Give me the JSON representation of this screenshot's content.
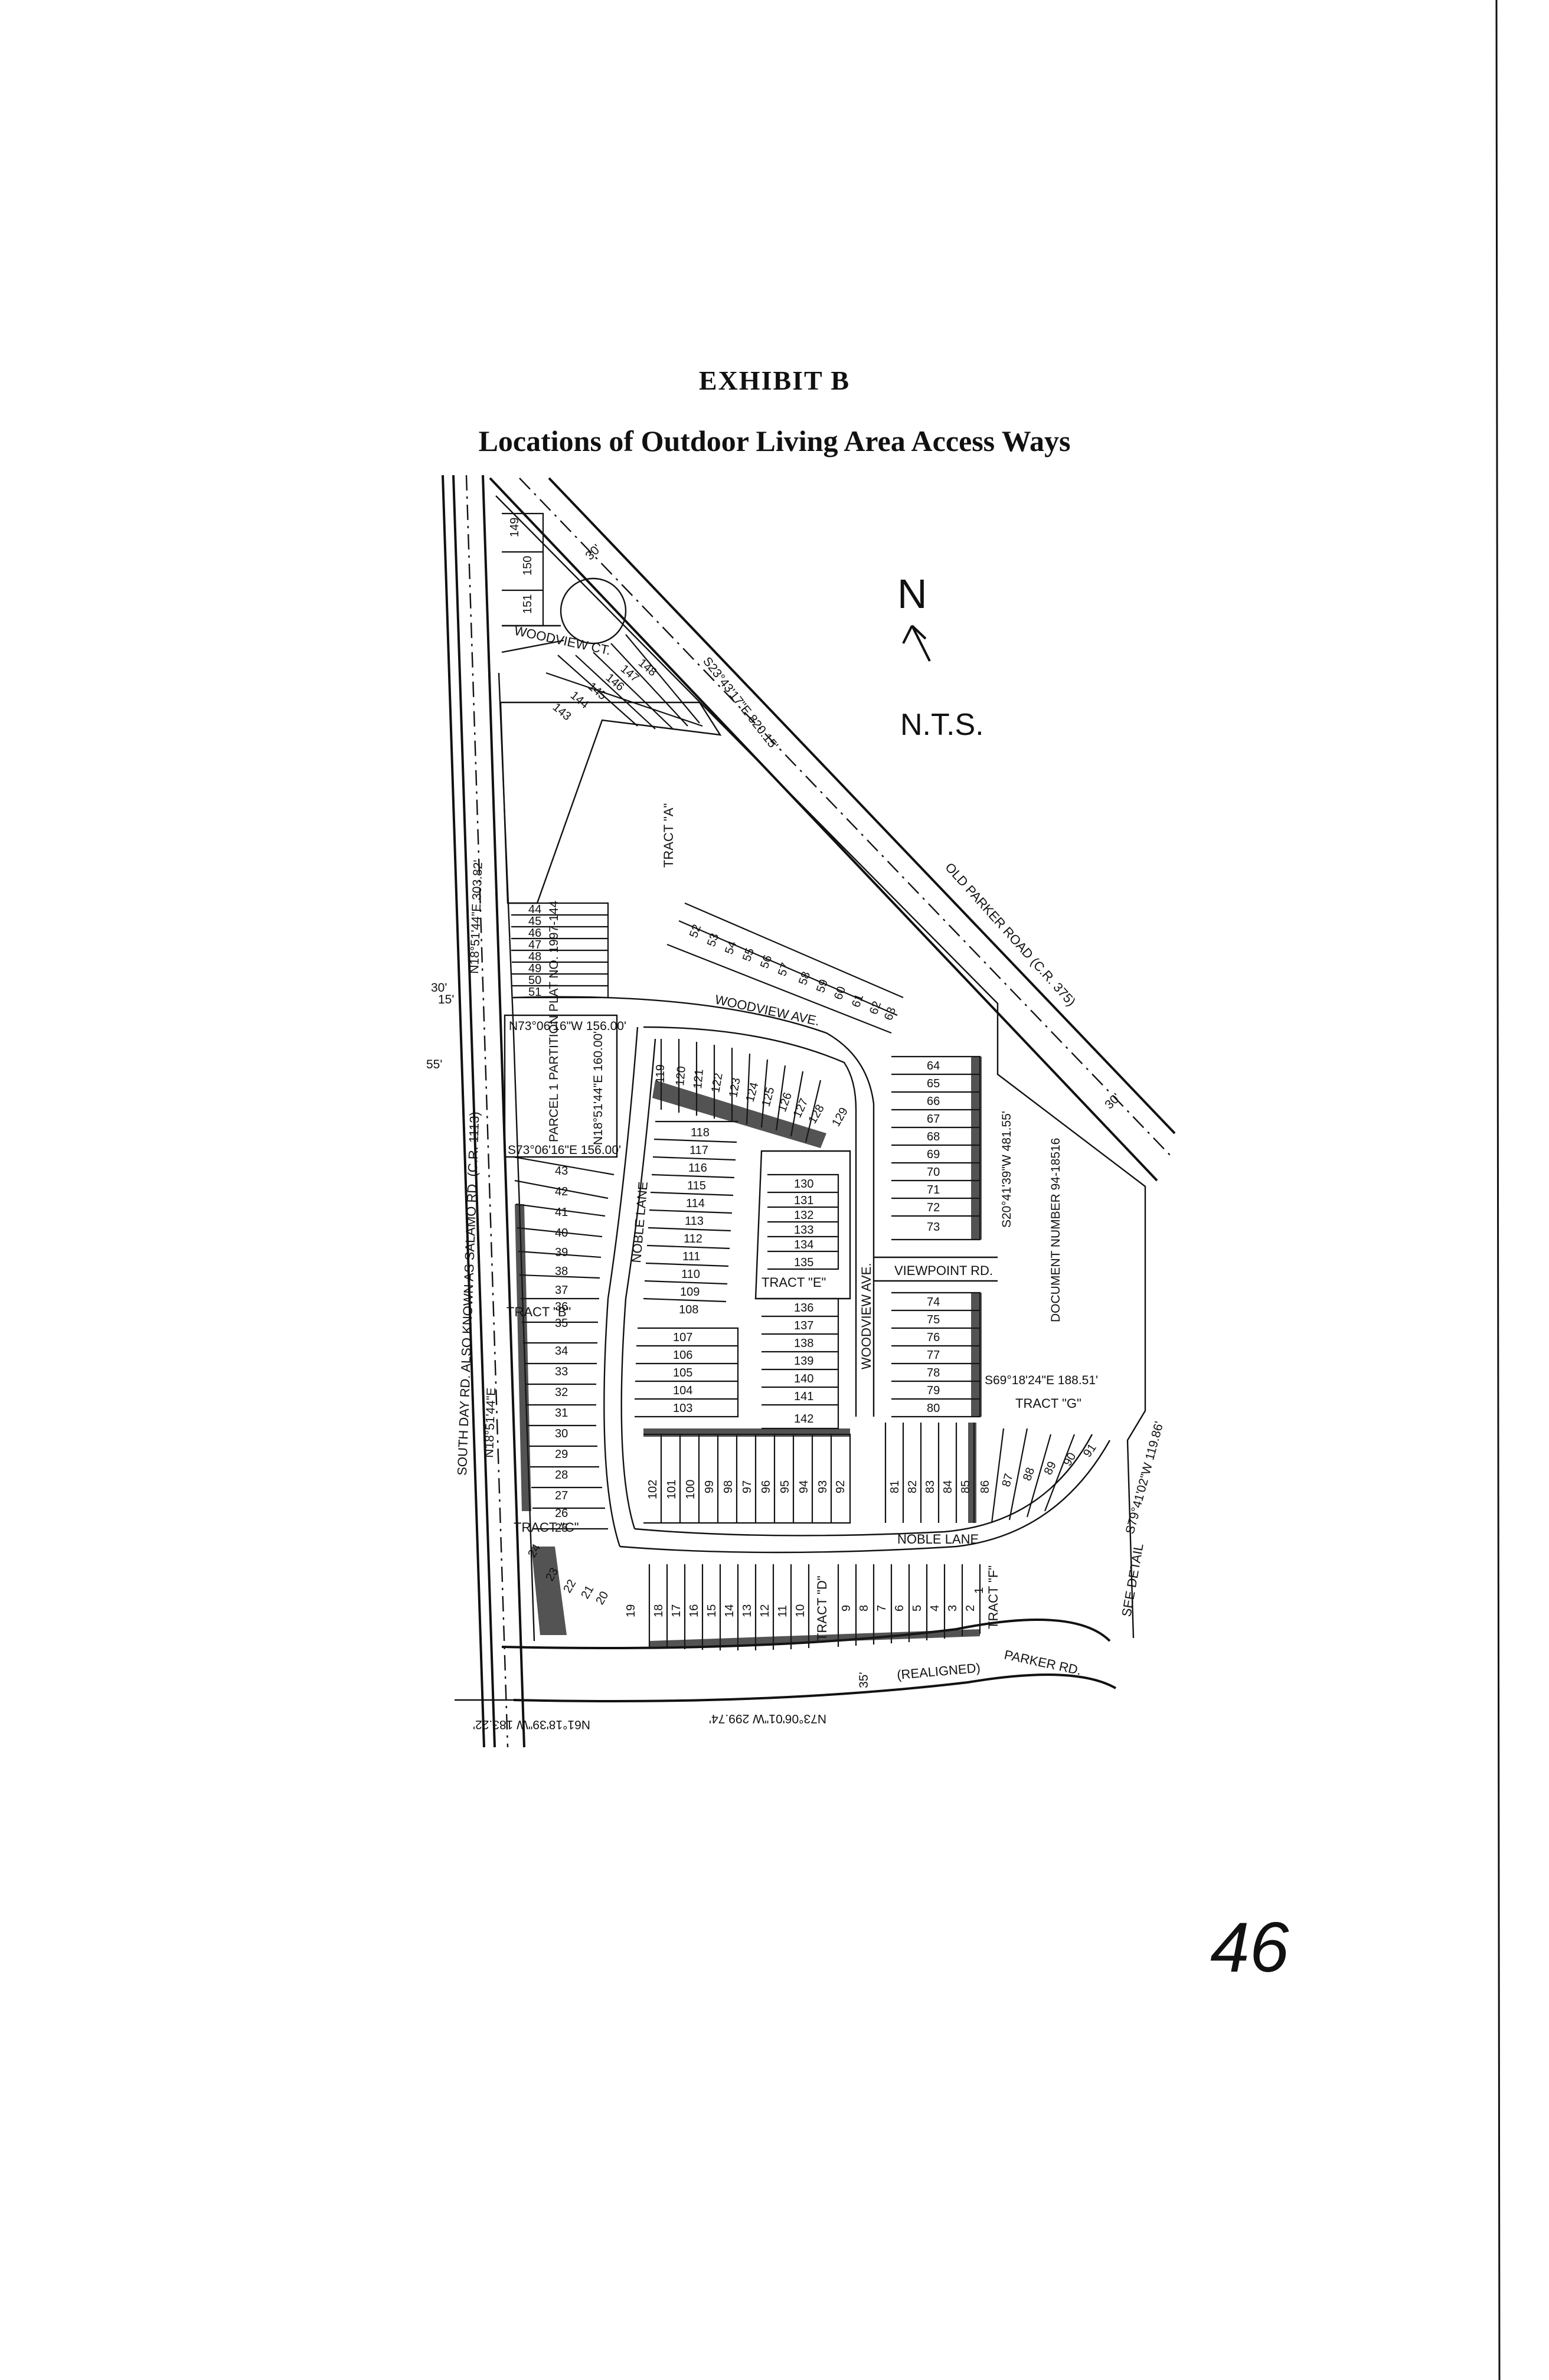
{
  "header": {
    "title": "EXHIBIT B",
    "subtitle": "Locations of Outdoor Living Area Access Ways"
  },
  "north": {
    "arrow_label": "N",
    "scale_note": "N.T.S."
  },
  "handwritten_page_number": "46",
  "roads": {
    "south_day": "SOUTH DAY RD. ALSO KNOWN AS SALAMO RD. (C.R. 1113)",
    "old_parker": "OLD PARKER ROAD (C.R. 375)",
    "woodview_ave_north": "WOODVIEW AVE.",
    "woodview_ave_south": "WOODVIEW AVE.",
    "woodview_ct": "WOODVIEW CT.",
    "noble_lane_west": "NOBLE LANE",
    "noble_lane_south": "NOBLE LANE",
    "viewpoint_rd": "VIEWPOINT RD.",
    "parker_rd": "PARKER RD.",
    "realigned": "(REALIGNED)"
  },
  "tracts": {
    "a": "TRACT \"A\"",
    "b": "TRACT \"B\"",
    "c": "TRACT \"C\"",
    "d": "TRACT \"D\"",
    "e": "TRACT \"E\"",
    "f": "TRACT \"F\"",
    "g": "TRACT \"G\""
  },
  "parcel": {
    "label": "PARCEL 1 PARTITION PLAT NO. 1997-144",
    "north_line": "N73°06'16\"W 156.00'",
    "south_line": "S73°06'16\"E 156.00'",
    "east_line": "N18°51'44\"E 160.00'"
  },
  "bearings": {
    "west_top": "N18°51'44\"E 303.82'",
    "west_bottom": "N18°51'44\"E",
    "old_parker": "S23°43'17\"E 820.15'",
    "east_line": "S20°41'39\"W 481.55'",
    "tract_g": "S69°18'24\"E 188.51'",
    "se_corner": "S79°41'02\"W 119.86'",
    "south_west": "N61°18'39\"W 183.22'",
    "south_middle": "N73°06'01\"W 299.74'"
  },
  "dims": {
    "d30": "30'",
    "d15": "15'",
    "d55": "55'",
    "d35": "35'",
    "d30b": "30'",
    "d30c": "30'"
  },
  "document_number": "DOCUMENT NUMBER 94-18516",
  "see_detail": "SEE DETAIL",
  "lots": {
    "l149": "149",
    "l150": "150",
    "l151": "151",
    "l143": "143",
    "l144": "144",
    "l145": "145",
    "l146": "146",
    "l147": "147",
    "l148": "148",
    "l44": "44",
    "l45": "45",
    "l46": "46",
    "l47": "47",
    "l48": "48",
    "l49": "49",
    "l50": "50",
    "l51": "51",
    "l52": "52",
    "l53": "53",
    "l54": "54",
    "l55": "55",
    "l56": "56",
    "l57": "57",
    "l58": "58",
    "l59": "59",
    "l60": "60",
    "l61": "61",
    "l62": "62",
    "l63": "63",
    "l119": "119",
    "l120": "120",
    "l121": "121",
    "l122": "122",
    "l123": "123",
    "l124": "124",
    "l125": "125",
    "l126": "126",
    "l127": "127",
    "l128": "128",
    "l129": "129",
    "l118": "118",
    "l117": "117",
    "l116": "116",
    "l115": "115",
    "l114": "114",
    "l113": "113",
    "l112": "112",
    "l111": "111",
    "l110": "110",
    "l109": "109",
    "l108": "108",
    "l130": "130",
    "l131": "131",
    "l132": "132",
    "l133": "133",
    "l134": "134",
    "l135": "135",
    "l136": "136",
    "l137": "137",
    "l138": "138",
    "l139": "139",
    "l140": "140",
    "l141": "141",
    "l142": "142",
    "l107": "107",
    "l106": "106",
    "l105": "105",
    "l104": "104",
    "l103": "103",
    "l64": "64",
    "l65": "65",
    "l66": "66",
    "l67": "67",
    "l68": "68",
    "l69": "69",
    "l70": "70",
    "l71": "71",
    "l72": "72",
    "l73": "73",
    "l74": "74",
    "l75": "75",
    "l76": "76",
    "l77": "77",
    "l78": "78",
    "l79": "79",
    "l80": "80",
    "l43": "43",
    "l42": "42",
    "l41": "41",
    "l40": "40",
    "l39": "39",
    "l38": "38",
    "l37": "37",
    "l36": "36",
    "l35": "35",
    "l34": "34",
    "l33": "33",
    "l32": "32",
    "l31": "31",
    "l30": "30",
    "l29": "29",
    "l28": "28",
    "l27": "27",
    "l26": "26",
    "l25": "25",
    "l102": "102",
    "l101": "101",
    "l100": "100",
    "l99": "99",
    "l98": "98",
    "l97": "97",
    "l96": "96",
    "l95": "95",
    "l94": "94",
    "l93": "93",
    "l92": "92",
    "l81": "81",
    "l82": "82",
    "l83": "83",
    "l84": "84",
    "l85": "85",
    "l86": "86",
    "l87": "87",
    "l88": "88",
    "l89": "89",
    "l90": "90",
    "l91": "91",
    "l24": "24",
    "l23": "23",
    "l22": "22",
    "l21": "21",
    "l20": "20",
    "l19": "19",
    "l18": "18",
    "l17": "17",
    "l16": "16",
    "l15": "15",
    "l14": "14",
    "l13": "13",
    "l12": "12",
    "l11": "11",
    "l10": "10",
    "l9": "9",
    "l8": "8",
    "l7": "7",
    "l6": "6",
    "l5": "5",
    "l4": "4",
    "l3": "3",
    "l2": "2",
    "l1": "1"
  }
}
